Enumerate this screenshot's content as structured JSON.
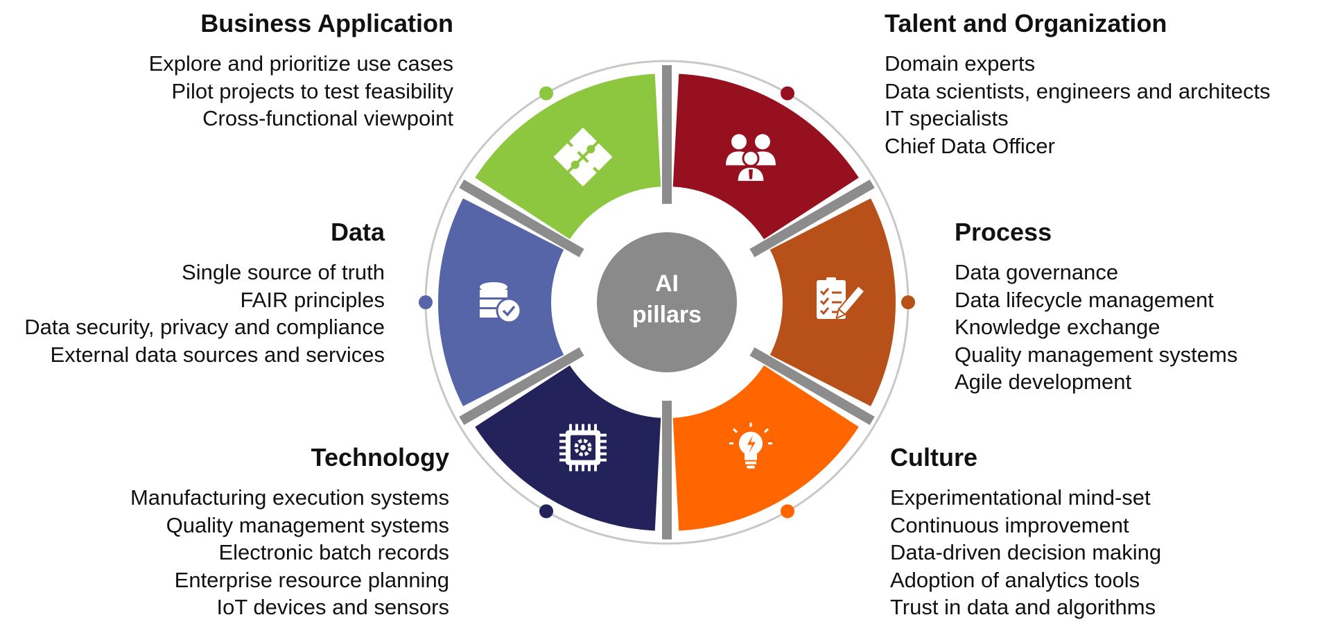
{
  "center": {
    "line1": "AI",
    "line2": "pillars"
  },
  "pillars": [
    {
      "key": "business",
      "title": "Business Application",
      "color": "#8DC63F",
      "icon": "puzzle-icon",
      "items": [
        "Explore and prioritize use cases",
        "Pilot projects to test feasibility",
        "Cross-functional viewpoint"
      ]
    },
    {
      "key": "talent",
      "title": "Talent and Organization",
      "color": "#97101F",
      "icon": "people-icon",
      "items": [
        "Domain experts",
        "Data scientists, engineers and architects",
        "IT specialists",
        "Chief Data Officer"
      ]
    },
    {
      "key": "process",
      "title": "Process",
      "color": "#B8501A",
      "icon": "checklist-icon",
      "items": [
        "Data governance",
        "Data lifecycle management",
        "Knowledge exchange",
        "Quality management systems",
        "Agile development"
      ]
    },
    {
      "key": "culture",
      "title": "Culture",
      "color": "#FF6600",
      "icon": "lightbulb-icon",
      "items": [
        "Experimentational mind-set",
        "Continuous improvement",
        "Data-driven decision making",
        "Adoption of analytics tools",
        "Trust in data and algorithms"
      ]
    },
    {
      "key": "technology",
      "title": "Technology",
      "color": "#23225A",
      "icon": "chip-icon",
      "items": [
        "Manufacturing execution systems",
        "Quality management systems",
        "Electronic batch records",
        "Enterprise resource planning",
        "IoT devices and sensors"
      ]
    },
    {
      "key": "data",
      "title": "Data",
      "color": "#5664A8",
      "icon": "database-icon",
      "items": [
        "Single source of truth",
        "FAIR principles",
        "Data security, privacy and compliance",
        "External data sources and services"
      ]
    }
  ],
  "colors": {
    "hub": "#8A8A8A",
    "ring": "#C8C8C8",
    "connector": "#8C8C8C"
  }
}
